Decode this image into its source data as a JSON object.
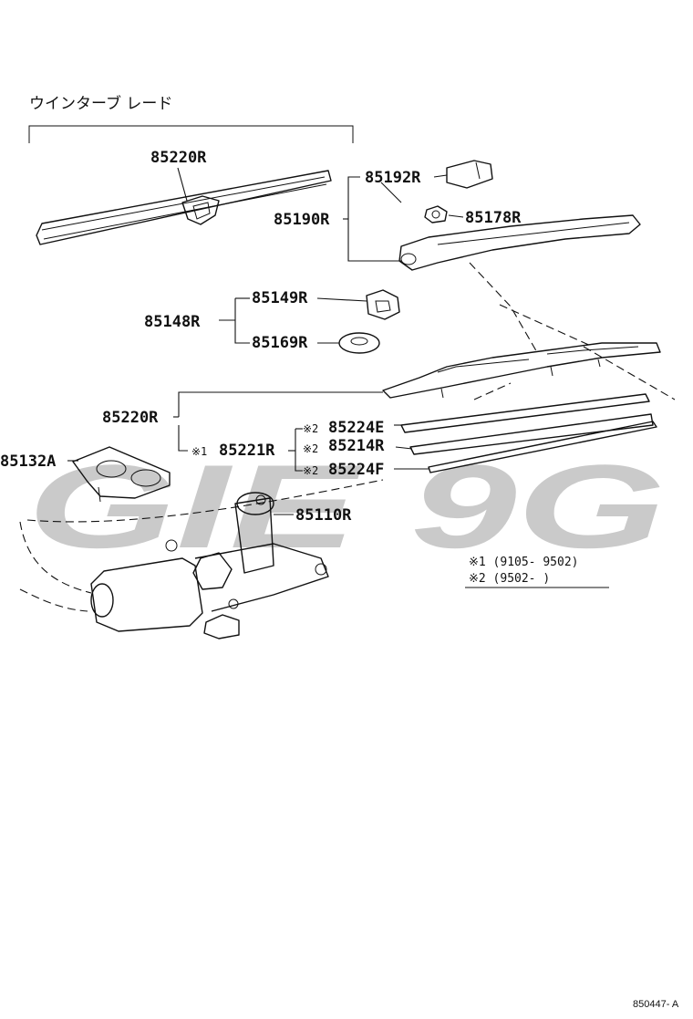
{
  "heading": "ウインターブ レード",
  "parts": {
    "blade_winter": "85220R",
    "arm_assy": "85190R",
    "arm_cap": "85192R",
    "arm_nut": "85178R",
    "pivot_group": "85148R",
    "pivot_nut": "85149R",
    "pivot_washer": "85169R",
    "blade": "85220R",
    "blade_rubber": "85214R",
    "blade_backing_a": "85224E",
    "blade_backing_b": "85224F",
    "blade_insert": "85221R",
    "motor_cover": "85132A",
    "motor": "85110R"
  },
  "marks": {
    "m1": "※1",
    "m2": "※2"
  },
  "notes": [
    "※1 (9105- 9502)",
    "※2 (9502-      )"
  ],
  "footer": "850447- A",
  "watermark": "GIE 9G"
}
